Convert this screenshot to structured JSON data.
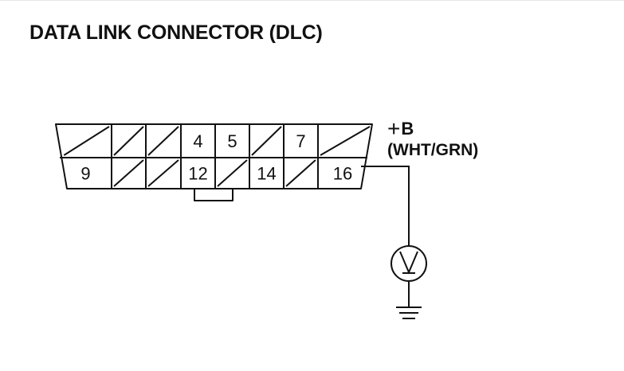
{
  "diagram": {
    "title": "DATA LINK CONNECTOR (DLC)",
    "power_label": "B",
    "power_symbol": "+",
    "wire_color": "(WHT/GRN)",
    "connector": {
      "top_row_pins": [
        "",
        "",
        "",
        "4",
        "5",
        "",
        "7",
        ""
      ],
      "bottom_row_pins": [
        "9",
        "",
        "",
        "12",
        "",
        "14",
        "",
        "16"
      ],
      "measured_pin": "16"
    },
    "meter_type": "voltmeter",
    "ground": "ground-symbol",
    "colors": {
      "ink": "#111111",
      "background": "#ffffff"
    }
  }
}
